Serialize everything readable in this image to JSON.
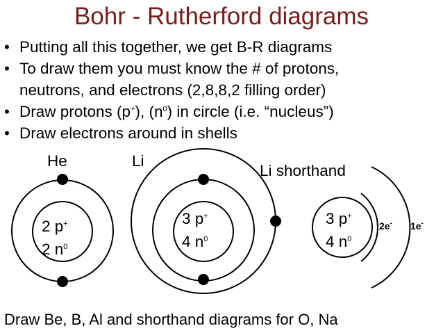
{
  "slide": {
    "title": "Bohr - Rutherford diagrams",
    "bullet_symbol": "•",
    "bullets": [
      {
        "text": "Putting all this together, we get B-R diagrams"
      },
      {
        "line1": "To draw them you must know the # of protons,",
        "line2": "neutrons, and electrons (2,8,8,2 filling order)"
      },
      {
        "t1": "Draw protons (p",
        "s1": "+",
        "t2": "), (n",
        "s2": "0",
        "t3": ") in circle (i.e. “nucleus”)"
      },
      {
        "text": "Draw electrons around in shells"
      }
    ],
    "footer": "Draw Be, B, Al and shorthand diagrams for O, Na"
  },
  "diagrams": {
    "he": {
      "label": "He",
      "protons": "2 p",
      "proton_sup": "+",
      "neutrons": "2 n",
      "neutron_sup": "0"
    },
    "li": {
      "label": "Li",
      "protons": "3 p",
      "proton_sup": "+",
      "neutrons": "4 n",
      "neutron_sup": "0"
    },
    "li_shorthand": {
      "label": "Li shorthand",
      "protons": "3 p",
      "proton_sup": "+",
      "neutrons": "4 n",
      "neutron_sup": "0",
      "shell1": "2e",
      "shell1_sup": "-",
      "shell2": "1e",
      "shell2_sup": "-"
    }
  },
  "colors": {
    "title": "#7a1c1c",
    "text": "#000000",
    "background": "#ffffff"
  }
}
